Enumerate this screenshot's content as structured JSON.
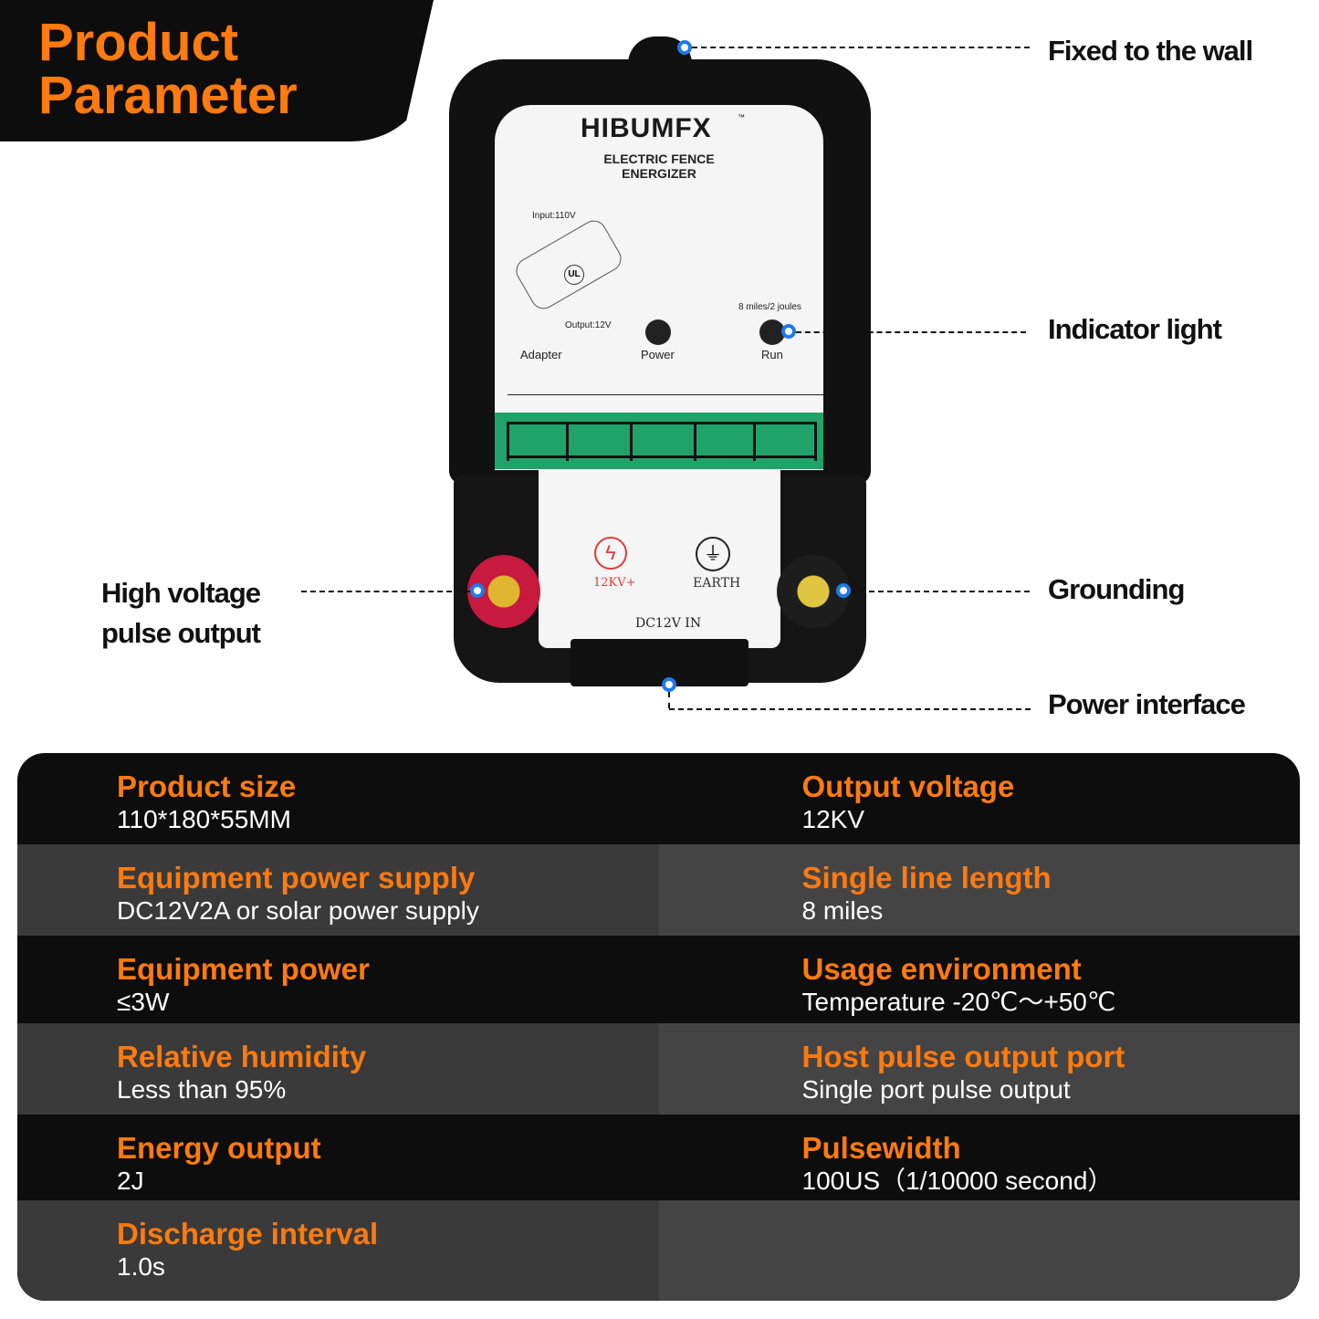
{
  "header": {
    "title_line1": "Product",
    "title_line2": "Parameter"
  },
  "device": {
    "brand": "HIBUMFX",
    "tm": "™",
    "name_line1": "ELECTRIC FENCE",
    "name_line2": "ENERGIZER",
    "input": "Input:110V",
    "output": "Output:12V",
    "ul": "UL",
    "adapter": "Adapter",
    "power": "Power",
    "run": "Run",
    "rating": "8 miles/2 joules",
    "hv": "12KV+",
    "earth": "EARTH",
    "dc": "DC12V IN"
  },
  "callouts": {
    "wall": "Fixed to the wall",
    "indicator": "Indicator light",
    "hv_line1": "High voltage",
    "hv_line2": "pulse output",
    "ground": "Grounding",
    "power": "Power interface"
  },
  "colors": {
    "accent": "#ff7a0f",
    "pin": "#1e7be8",
    "green": "#1fa36a"
  },
  "specs": [
    [
      {
        "label": "Product size",
        "value": "110*180*55MM"
      },
      {
        "label": "Output voltage",
        "value": "12KV"
      }
    ],
    [
      {
        "label": "Equipment power supply",
        "value": "DC12V2A or solar power supply"
      },
      {
        "label": "Single line length",
        "value": "8 miles"
      }
    ],
    [
      {
        "label": "Equipment power",
        "value": "≤3W"
      },
      {
        "label": "Usage environment",
        "value": "Temperature -20℃～+50℃"
      }
    ],
    [
      {
        "label": "Relative humidity",
        "value": "Less than 95%"
      },
      {
        "label": "Host pulse output port",
        "value": "Single port pulse output"
      }
    ],
    [
      {
        "label": "Energy output",
        "value": "2J"
      },
      {
        "label": "Pulsewidth",
        "value": "100US（1/10000 second）"
      }
    ],
    [
      {
        "label": "Discharge interval",
        "value": "1.0s"
      }
    ]
  ]
}
